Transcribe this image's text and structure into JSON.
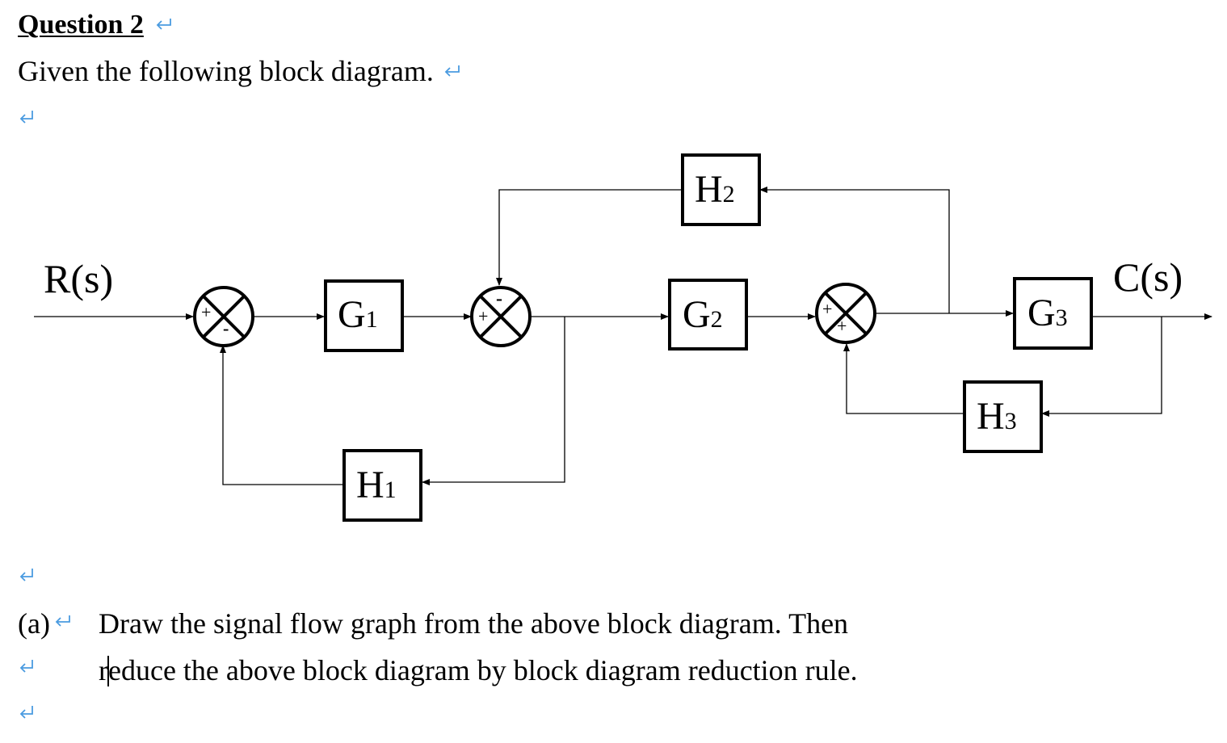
{
  "document": {
    "heading": "Question 2",
    "intro": "Given the following block diagram.",
    "question_label": "(a)",
    "question_line1": "Draw the signal flow graph from the above block diagram. Then",
    "question_line2": "reduce the above block diagram by block diagram reduction rule."
  },
  "diagram": {
    "input_label": "R(s)",
    "output_label": "C(s)",
    "blocks": {
      "g1": {
        "main": "G",
        "sub": "1"
      },
      "g2": {
        "main": "G",
        "sub": "2"
      },
      "g3": {
        "main": "G",
        "sub": "3"
      },
      "h1": {
        "main": "H",
        "sub": "1"
      },
      "h2": {
        "main": "H",
        "sub": "2"
      },
      "h3": {
        "main": "H",
        "sub": "3"
      }
    },
    "junction1": {
      "top_sign": "+",
      "bottom_sign": "-"
    },
    "junction2": {
      "top_sign": "-",
      "left_sign": "+"
    },
    "junction3": {
      "left_sign": "+",
      "bottom_sign": "+"
    }
  },
  "icons": {
    "paragraph_mark": "return-arrow-icon",
    "paragraph_mark_color": "#4a9be0"
  }
}
